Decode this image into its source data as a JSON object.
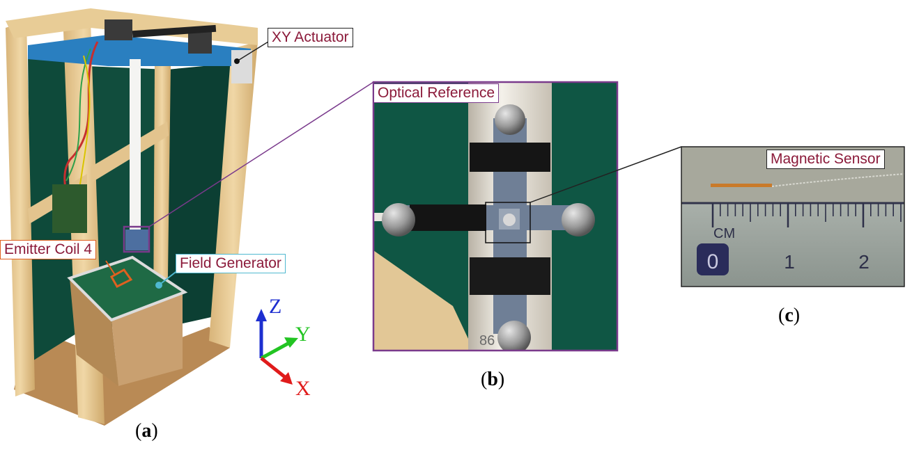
{
  "labels": {
    "xy_actuator": "XY Actuator",
    "emitter_coil": "Emitter Coil 4",
    "field_generator": "Field Generator",
    "optical_reference": "Optical Reference",
    "magnetic_sensor": "Magnetic Sensor"
  },
  "axes": {
    "z": "Z",
    "y": "Y",
    "x": "X"
  },
  "subfigures": {
    "a": "a",
    "b": "b",
    "c": "c"
  },
  "ruler": {
    "unit": "CM",
    "zero": "0",
    "one": "1",
    "two": "2"
  },
  "marking": "86",
  "colors": {
    "callout_text": "#8b1a3a",
    "purple_frame": "#7a3a8c",
    "orange_frame": "#e06020",
    "cyan_frame": "#4fb8d0",
    "z_axis": "#1e2fd0",
    "y_axis": "#22c422",
    "x_axis": "#e01b1b",
    "green_backdrop": "#0e4a3a",
    "actuator_blue": "#2a7fc0",
    "wood": "#e3c48e"
  }
}
